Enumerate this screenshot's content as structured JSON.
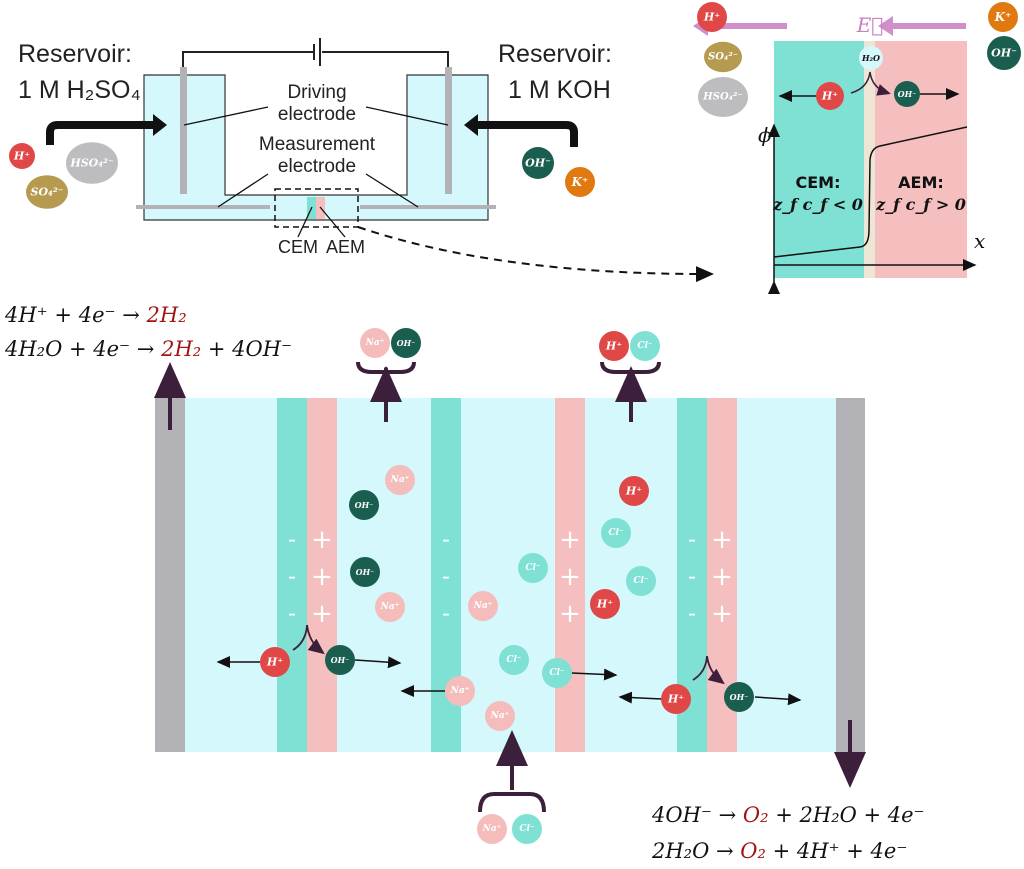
{
  "colors": {
    "solution": "#d4f8fc",
    "cem": "#7fe0d4",
    "aem": "#f5bfbf",
    "electrode": "#b3b3b7",
    "h_plus": "#e04848",
    "oh_minus": "#1a5e4f",
    "na_plus": "#f5bcbc",
    "cl_minus": "#7fe0d4",
    "k_plus": "#e07a10",
    "so4": "#b59a4f",
    "hso4": "#bdbdc0",
    "arrow": "#3b1f3b",
    "field_arrow": "#cf8fc8",
    "product_red": "#a31515"
  },
  "ions": {
    "h_plus": "H⁺",
    "oh_minus": "OH⁻",
    "na_plus": "Na⁺",
    "cl_minus": "Cl⁻",
    "k_plus": "K⁺",
    "so4": "SO₄²⁻",
    "hso4": "HSO₄²⁻",
    "h2o": "H₂O"
  },
  "setup": {
    "left_reservoir_title": "Reservoir:",
    "left_reservoir_solution": "1 M H₂SO₄",
    "right_reservoir_title": "Reservoir:",
    "right_reservoir_solution": "1 M KOH",
    "driving_electrode_1": "Driving",
    "driving_electrode_2": "electrode",
    "measurement_electrode_1": "Measurement",
    "measurement_electrode_2": "electrode",
    "cem_label": "CEM",
    "aem_label": "AEM"
  },
  "inset": {
    "field_label": "E⃗",
    "y_axis_label": "ϕ",
    "x_axis_label": "x",
    "cem_title": "CEM:",
    "cem_condition": "z_f c_f < 0",
    "aem_title": "AEM:",
    "aem_condition": "z_f c_f > 0"
  },
  "equations": {
    "cathode_1": {
      "lhs": "4H⁺ + 4e⁻ → ",
      "product": "2H₂",
      "rest": ""
    },
    "cathode_2": {
      "lhs": "4H₂O + 4e⁻ → ",
      "product": "2H₂",
      "rest": " + 4OH⁻"
    },
    "anode_1": {
      "lhs": "4OH⁻ → ",
      "product": "O₂",
      "rest": " + 2H₂O + 4e⁻"
    },
    "anode_2": {
      "lhs": "2H₂O → ",
      "product": "O₂",
      "rest": " + 4H⁺ + 4e⁻"
    }
  },
  "charges": {
    "minus": "-",
    "plus": "+"
  }
}
